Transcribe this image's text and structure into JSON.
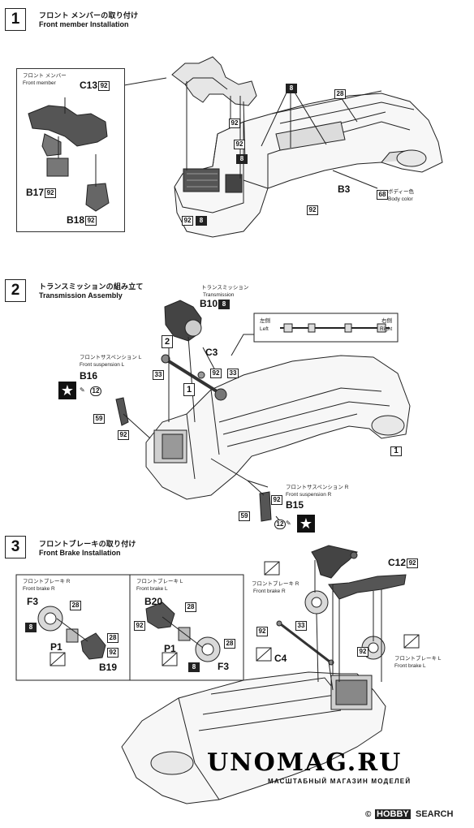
{
  "steps": [
    {
      "number": "1",
      "title_jp": "フロント メンバーの取り付け",
      "title_en": "Front member Installation"
    },
    {
      "number": "2",
      "title_jp": "トランスミッションの組み立て",
      "title_en": "Transmission Assembly"
    },
    {
      "number": "3",
      "title_jp": "フロントブレーキの取り付け",
      "title_en": "Front Brake Installation"
    }
  ],
  "step1": {
    "inset_label_jp": "フロント メンバー",
    "inset_label_en": "Front member",
    "parts": [
      "C13",
      "B17",
      "B18"
    ],
    "paint_92": "92",
    "callouts": [
      "8",
      "28",
      "92",
      "8",
      "92",
      "92",
      "92",
      "8"
    ],
    "part_b3": "B3",
    "color_code": "68",
    "color_jp": "ボディー色",
    "color_en": "Body color"
  },
  "step2": {
    "trans_jp": "トランスミッション",
    "trans_en": "Transmission",
    "part_b10": "B10",
    "b10_badge": "8",
    "side_left_jp": "左側",
    "side_left_en": "Left",
    "side_right_jp": "右側",
    "side_right_en": "Right",
    "part_c3": "C3",
    "marker_2": "2",
    "marker_1": "1",
    "susp_l_jp": "フロントサスペンション L",
    "susp_l_en": "Front suspension L",
    "part_b16": "B16",
    "susp_r_jp": "フロントサスペンション R",
    "susp_r_en": "Front suspension R",
    "part_b15": "B15",
    "callouts": [
      "33",
      "92",
      "33",
      "59",
      "92",
      "92",
      "59",
      "12",
      "12"
    ],
    "ref_step": "1"
  },
  "step3": {
    "brake_r_jp": "フロントブレーキ R",
    "brake_r_en": "Front brake R",
    "brake_l_jp": "フロントブレーキ L",
    "brake_l_en": "Front brake L",
    "parts": [
      "F3",
      "P1",
      "B19",
      "B20",
      "P1",
      "F3",
      "C12",
      "C4"
    ],
    "callouts": [
      "28",
      "8",
      "28",
      "92",
      "92",
      "28",
      "92",
      "28",
      "8",
      "92",
      "33",
      "92"
    ]
  },
  "watermark": {
    "main": "UNOMAG.RU",
    "sub": "МАСШТАБНЫЙ МАГАЗИН МОДЕЛЕЙ",
    "hobby": "HOBBY",
    "search": "SEARCH"
  },
  "copyright": "©"
}
